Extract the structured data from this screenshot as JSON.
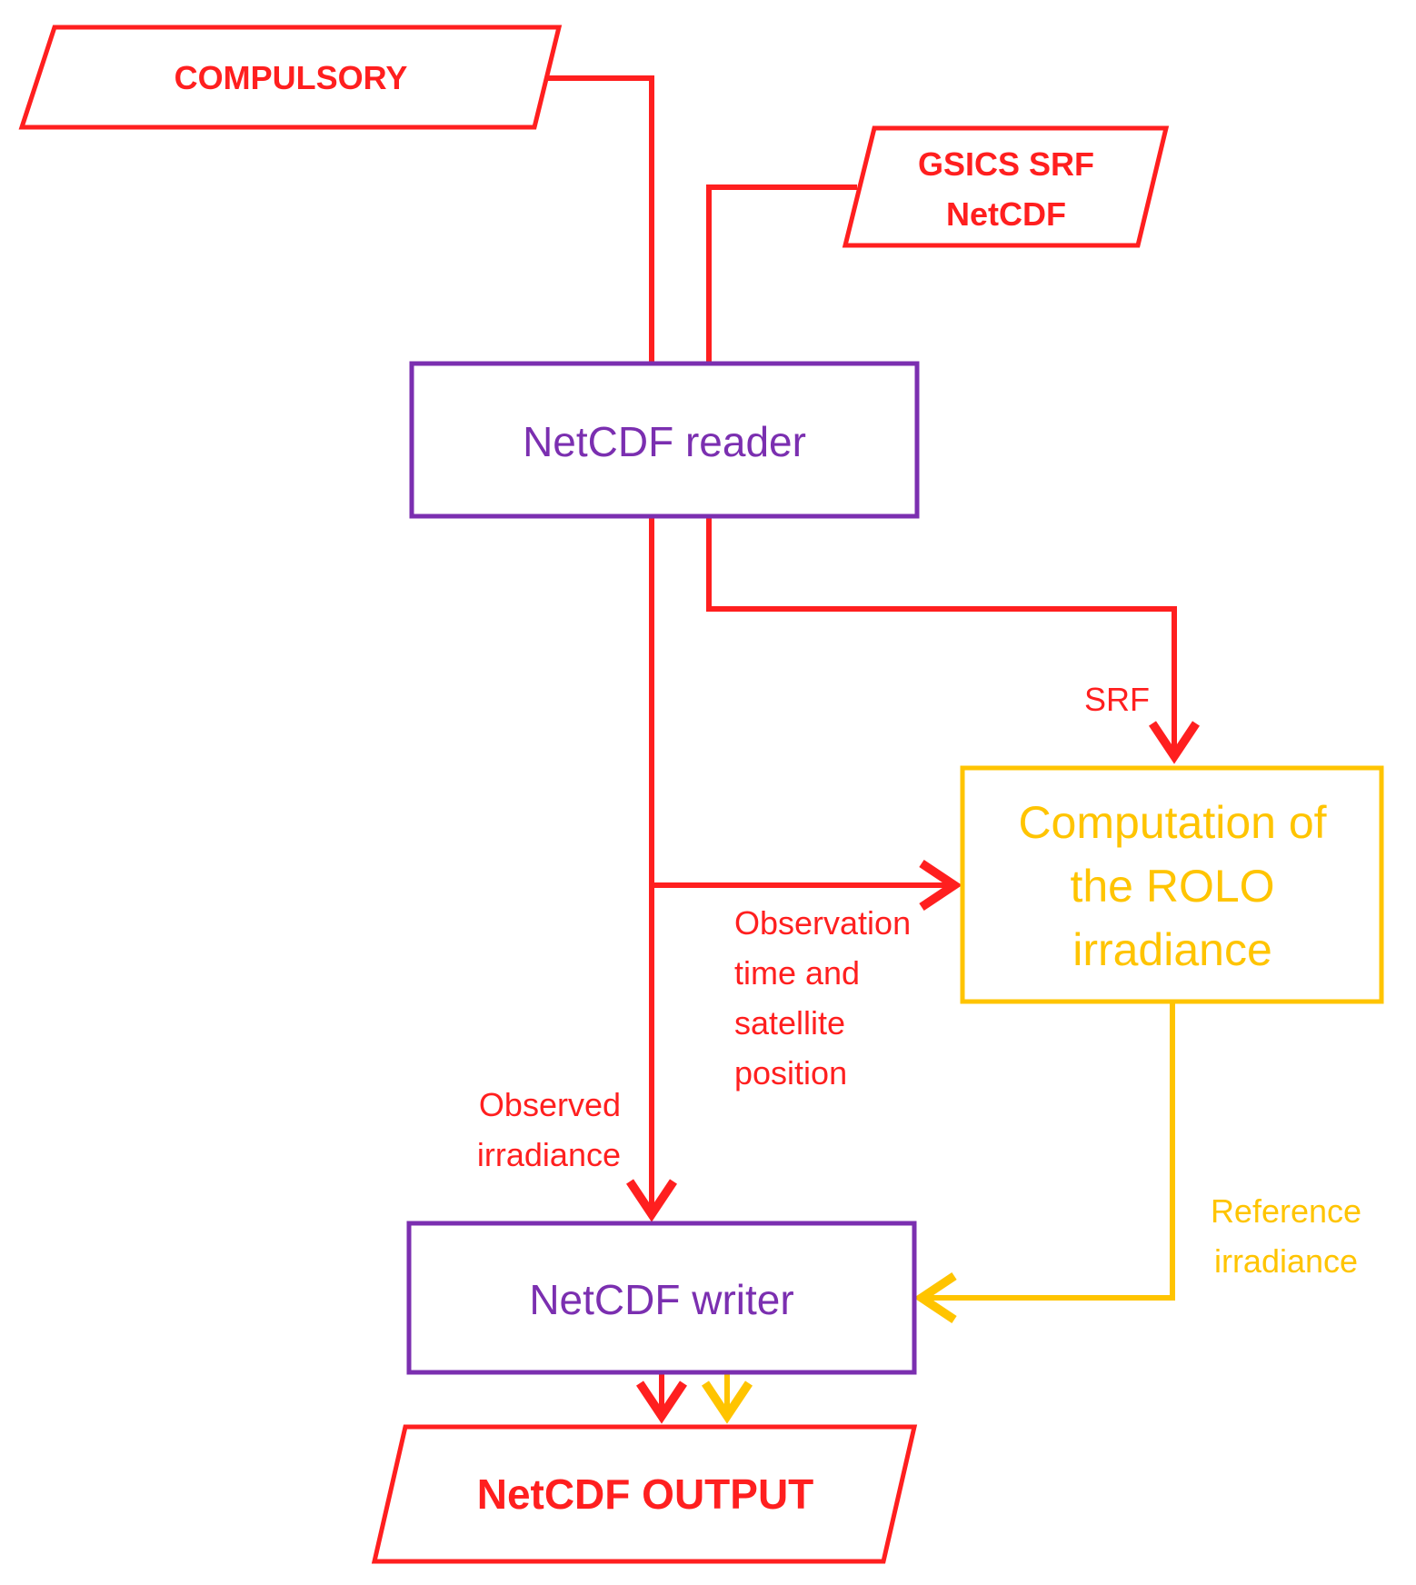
{
  "inputs": {
    "compulsory": "COMPULSORY",
    "gsics_line1": "GSICS SRF",
    "gsics_line2": "NetCDF"
  },
  "processes": {
    "reader": "NetCDF reader",
    "rolo_line1": "Computation of",
    "rolo_line2": "the ROLO",
    "rolo_line3": "irradiance",
    "writer": "NetCDF writer"
  },
  "output": {
    "label": "NetCDF OUTPUT"
  },
  "edge_labels": {
    "srf": "SRF",
    "obs_time_line1": "Observation",
    "obs_time_line2": "time and",
    "obs_time_line3": "satellite",
    "obs_time_line4": "position",
    "observed_line1": "Observed",
    "observed_line2": "irradiance",
    "reference_line1": "Reference",
    "reference_line2": "irradiance"
  },
  "colors": {
    "data_flow": "#ff1f1f",
    "process_border": "#7b2fb0",
    "rolo": "#ffc400"
  }
}
